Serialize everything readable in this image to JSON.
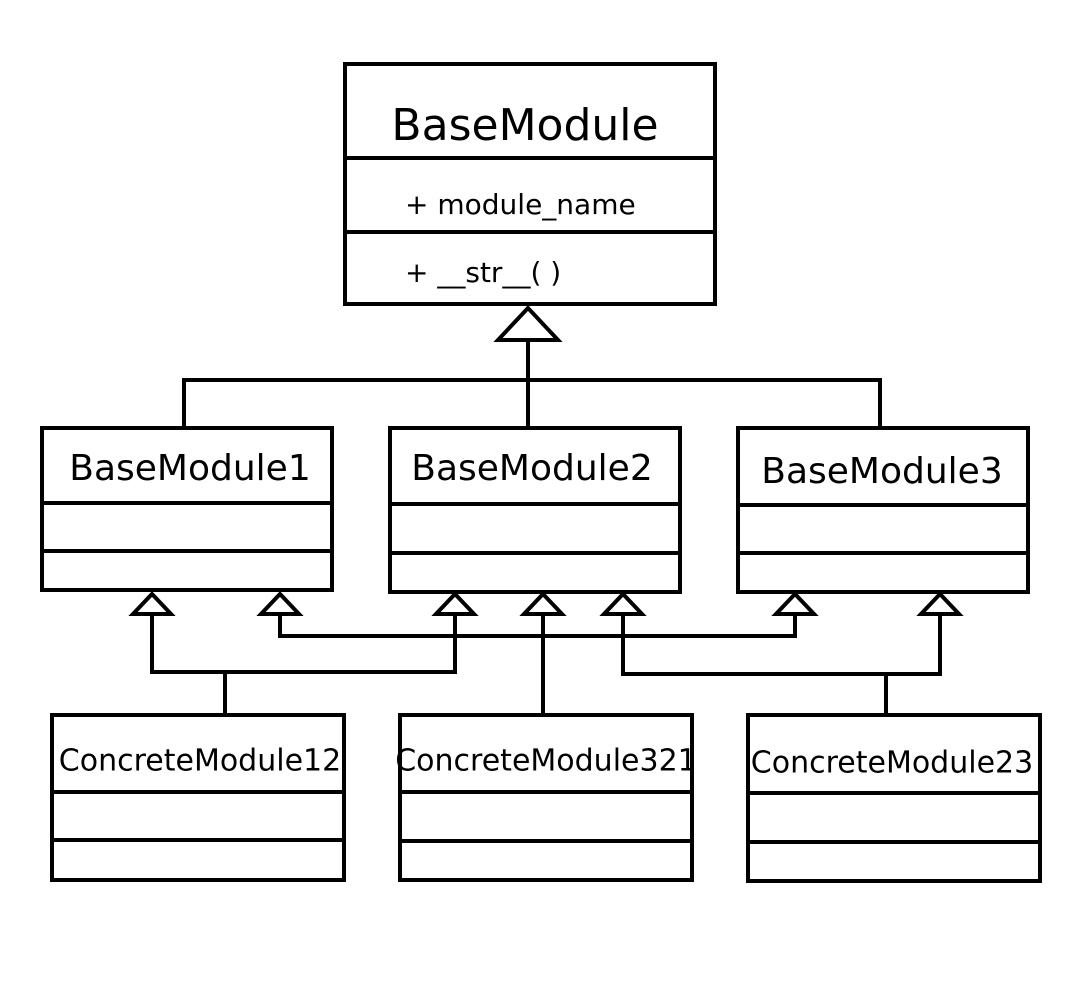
{
  "diagram": {
    "base": {
      "name": "BaseModule",
      "attribute": "+ module_name",
      "method": "+ __str__( )"
    },
    "mid": [
      {
        "name": "BaseModule1"
      },
      {
        "name": "BaseModule2"
      },
      {
        "name": "BaseModule3"
      }
    ],
    "concrete": [
      {
        "name": "ConcreteModule12"
      },
      {
        "name": "ConcreteModule321"
      },
      {
        "name": "ConcreteModule23"
      }
    ]
  }
}
